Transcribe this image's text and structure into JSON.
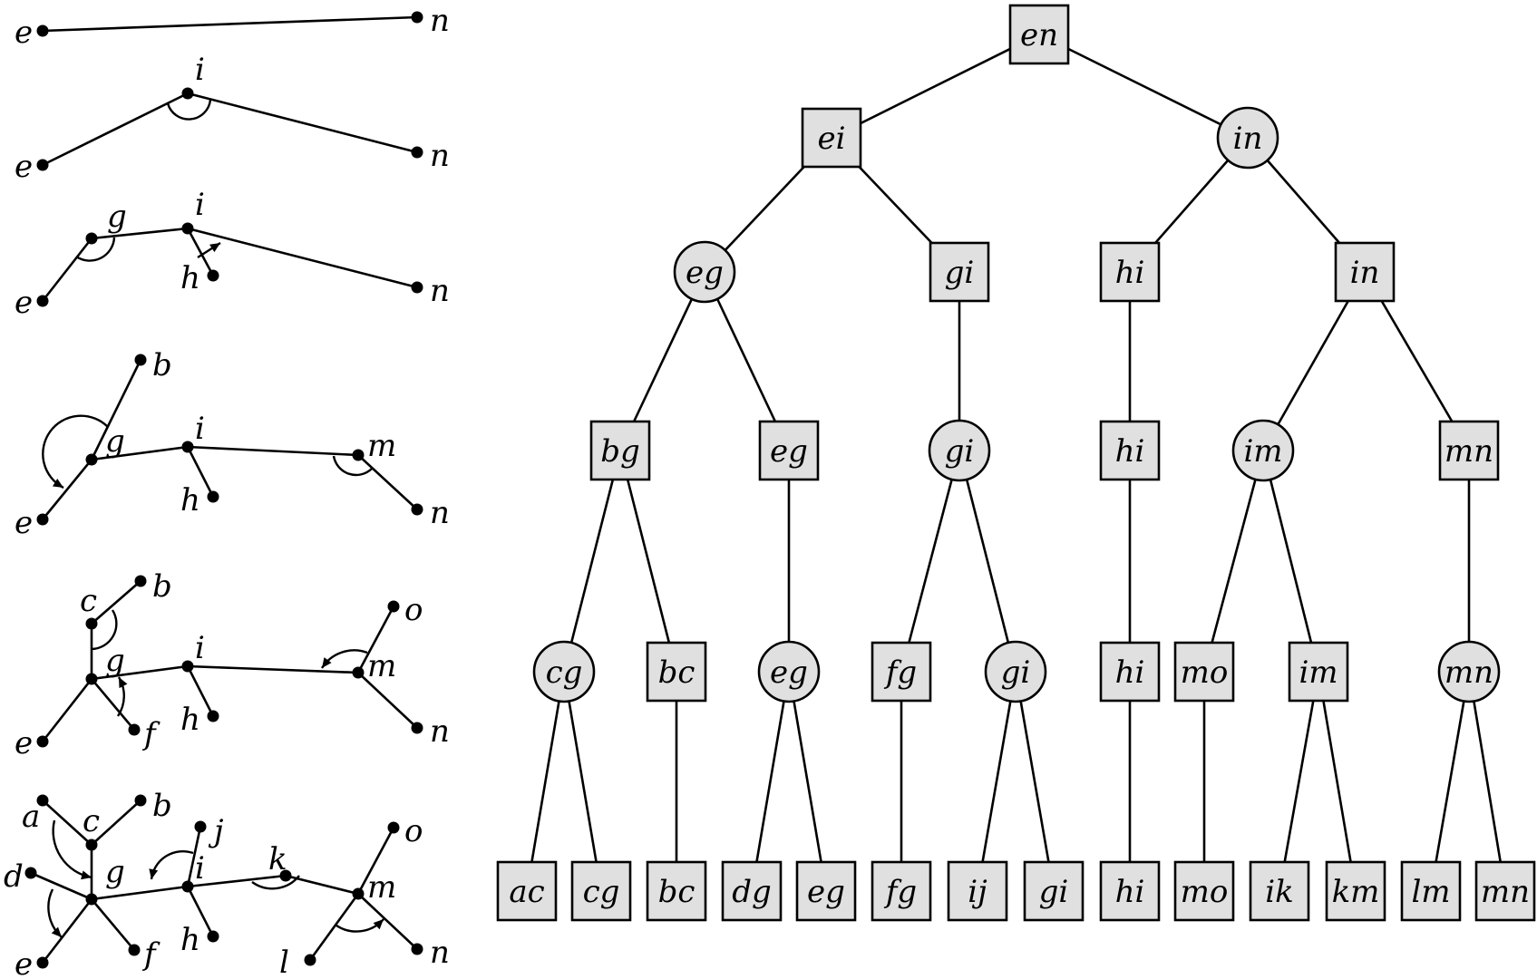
{
  "tree": {
    "nodes": [
      {
        "id": "n_en",
        "label": "en",
        "shape": "square"
      },
      {
        "id": "n_ei",
        "label": "ei",
        "shape": "square"
      },
      {
        "id": "n_in1",
        "label": "in",
        "shape": "circle"
      },
      {
        "id": "n_eg1",
        "label": "eg",
        "shape": "circle"
      },
      {
        "id": "n_gi1",
        "label": "gi",
        "shape": "square"
      },
      {
        "id": "n_hi1",
        "label": "hi",
        "shape": "square"
      },
      {
        "id": "n_in2",
        "label": "in",
        "shape": "square"
      },
      {
        "id": "n_bg",
        "label": "bg",
        "shape": "square"
      },
      {
        "id": "n_eg2",
        "label": "eg",
        "shape": "square"
      },
      {
        "id": "n_gi2",
        "label": "gi",
        "shape": "circle"
      },
      {
        "id": "n_hi2",
        "label": "hi",
        "shape": "square"
      },
      {
        "id": "n_im1",
        "label": "im",
        "shape": "circle"
      },
      {
        "id": "n_mn1",
        "label": "mn",
        "shape": "square"
      },
      {
        "id": "n_cg1",
        "label": "cg",
        "shape": "circle"
      },
      {
        "id": "n_bc1",
        "label": "bc",
        "shape": "square"
      },
      {
        "id": "n_eg3",
        "label": "eg",
        "shape": "circle"
      },
      {
        "id": "n_fg1",
        "label": "fg",
        "shape": "square"
      },
      {
        "id": "n_gi3",
        "label": "gi",
        "shape": "circle"
      },
      {
        "id": "n_hi3",
        "label": "hi",
        "shape": "square"
      },
      {
        "id": "n_mo1",
        "label": "mo",
        "shape": "square"
      },
      {
        "id": "n_im2",
        "label": "im",
        "shape": "square"
      },
      {
        "id": "n_mn2",
        "label": "mn",
        "shape": "circle"
      },
      {
        "id": "n_ac",
        "label": "ac",
        "shape": "square"
      },
      {
        "id": "n_cg2",
        "label": "cg",
        "shape": "square"
      },
      {
        "id": "n_bc2",
        "label": "bc",
        "shape": "square"
      },
      {
        "id": "n_dg",
        "label": "dg",
        "shape": "square"
      },
      {
        "id": "n_eg4",
        "label": "eg",
        "shape": "square"
      },
      {
        "id": "n_fg2",
        "label": "fg",
        "shape": "square"
      },
      {
        "id": "n_ij",
        "label": "ij",
        "shape": "square"
      },
      {
        "id": "n_gi4",
        "label": "gi",
        "shape": "square"
      },
      {
        "id": "n_hi4",
        "label": "hi",
        "shape": "square"
      },
      {
        "id": "n_mo2",
        "label": "mo",
        "shape": "square"
      },
      {
        "id": "n_ik",
        "label": "ik",
        "shape": "square"
      },
      {
        "id": "n_km",
        "label": "km",
        "shape": "square"
      },
      {
        "id": "n_lm",
        "label": "lm",
        "shape": "square"
      },
      {
        "id": "n_mn3",
        "label": "mn",
        "shape": "square"
      }
    ],
    "edges": [
      [
        "n_en",
        "n_ei"
      ],
      [
        "n_en",
        "n_in1"
      ],
      [
        "n_ei",
        "n_eg1"
      ],
      [
        "n_ei",
        "n_gi1"
      ],
      [
        "n_in1",
        "n_hi1"
      ],
      [
        "n_in1",
        "n_in2"
      ],
      [
        "n_eg1",
        "n_bg"
      ],
      [
        "n_eg1",
        "n_eg2"
      ],
      [
        "n_gi1",
        "n_gi2"
      ],
      [
        "n_hi1",
        "n_hi2"
      ],
      [
        "n_in2",
        "n_im1"
      ],
      [
        "n_in2",
        "n_mn1"
      ],
      [
        "n_bg",
        "n_cg1"
      ],
      [
        "n_bg",
        "n_bc1"
      ],
      [
        "n_eg2",
        "n_eg3"
      ],
      [
        "n_gi2",
        "n_fg1"
      ],
      [
        "n_gi2",
        "n_gi3"
      ],
      [
        "n_hi2",
        "n_hi3"
      ],
      [
        "n_im1",
        "n_mo1"
      ],
      [
        "n_im1",
        "n_im2"
      ],
      [
        "n_mn1",
        "n_mn2"
      ],
      [
        "n_cg1",
        "n_ac"
      ],
      [
        "n_cg1",
        "n_cg2"
      ],
      [
        "n_bc1",
        "n_bc2"
      ],
      [
        "n_eg3",
        "n_dg"
      ],
      [
        "n_eg3",
        "n_eg4"
      ],
      [
        "n_fg1",
        "n_fg2"
      ],
      [
        "n_gi3",
        "n_ij"
      ],
      [
        "n_gi3",
        "n_gi4"
      ],
      [
        "n_hi3",
        "n_hi4"
      ],
      [
        "n_mo1",
        "n_mo2"
      ],
      [
        "n_im2",
        "n_ik"
      ],
      [
        "n_im2",
        "n_km"
      ],
      [
        "n_mn2",
        "n_lm"
      ],
      [
        "n_mn2",
        "n_mn3"
      ]
    ]
  },
  "panels": [
    {
      "vertices": [
        "e",
        "n"
      ],
      "edges": [
        [
          "e",
          "n"
        ]
      ]
    },
    {
      "vertices": [
        "e",
        "i",
        "n"
      ],
      "edges": [
        [
          "e",
          "i"
        ],
        [
          "i",
          "n"
        ]
      ]
    },
    {
      "vertices": [
        "e",
        "g",
        "i",
        "h",
        "n"
      ],
      "edges": [
        [
          "e",
          "g"
        ],
        [
          "g",
          "i"
        ],
        [
          "i",
          "h"
        ],
        [
          "i",
          "n"
        ]
      ]
    },
    {
      "vertices": [
        "b",
        "e",
        "g",
        "i",
        "h",
        "m",
        "n"
      ],
      "edges": [
        [
          "b",
          "g"
        ],
        [
          "e",
          "g"
        ],
        [
          "g",
          "i"
        ],
        [
          "i",
          "h"
        ],
        [
          "i",
          "m"
        ],
        [
          "m",
          "n"
        ]
      ]
    },
    {
      "vertices": [
        "c",
        "b",
        "e",
        "g",
        "f",
        "i",
        "h",
        "m",
        "o",
        "n"
      ],
      "edges": [
        [
          "c",
          "b"
        ],
        [
          "c",
          "g"
        ],
        [
          "e",
          "g"
        ],
        [
          "g",
          "f"
        ],
        [
          "g",
          "i"
        ],
        [
          "i",
          "h"
        ],
        [
          "i",
          "m"
        ],
        [
          "m",
          "o"
        ],
        [
          "m",
          "n"
        ]
      ]
    },
    {
      "vertices": [
        "a",
        "c",
        "b",
        "d",
        "e",
        "f",
        "g",
        "i",
        "j",
        "h",
        "k",
        "m",
        "o",
        "l",
        "n"
      ],
      "edges": [
        [
          "a",
          "c"
        ],
        [
          "c",
          "b"
        ],
        [
          "c",
          "g"
        ],
        [
          "d",
          "g"
        ],
        [
          "e",
          "g"
        ],
        [
          "g",
          "f"
        ],
        [
          "g",
          "i"
        ],
        [
          "i",
          "j"
        ],
        [
          "i",
          "h"
        ],
        [
          "i",
          "k"
        ],
        [
          "k",
          "m"
        ],
        [
          "m",
          "o"
        ],
        [
          "m",
          "l"
        ],
        [
          "m",
          "n"
        ]
      ]
    }
  ]
}
